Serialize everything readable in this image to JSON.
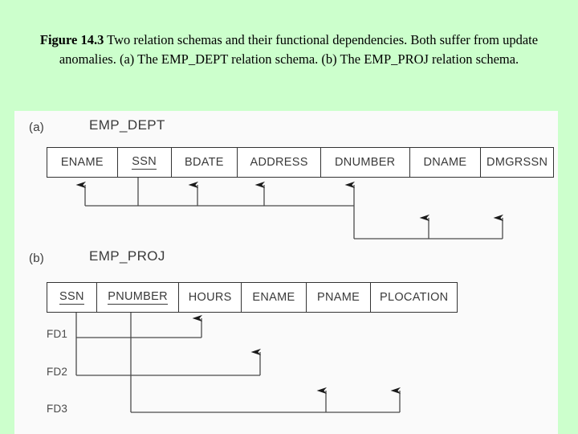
{
  "caption": {
    "figure_label": "Figure 14.3",
    "text": "Two relation schemas and their functional dependencies. Both suffer from update anomalies. (a) The EMP_DEPT relation schema. (b) The EMP_PROJ relation schema."
  },
  "colors": {
    "page_background": "#ccffcc",
    "panel_background": "#fafafa",
    "line": "#333333",
    "text": "#3a3a3a"
  },
  "parts": [
    {
      "tag": "(a)",
      "schema_name": "EMP_DEPT",
      "attributes": [
        {
          "name": "ENAME",
          "primary_key": false
        },
        {
          "name": "SSN",
          "primary_key": true
        },
        {
          "name": "BDATE",
          "primary_key": false
        },
        {
          "name": "ADDRESS",
          "primary_key": false
        },
        {
          "name": "DNUMBER",
          "primary_key": false
        },
        {
          "name": "DNAME",
          "primary_key": false
        },
        {
          "name": "DMGRSSN",
          "primary_key": false
        }
      ],
      "dependencies": [
        {
          "label": "",
          "determinants": [
            "SSN"
          ],
          "dependents": [
            "ENAME",
            "BDATE",
            "ADDRESS",
            "DNUMBER"
          ]
        },
        {
          "label": "",
          "determinants": [
            "DNUMBER"
          ],
          "dependents": [
            "DNAME",
            "DMGRSSN"
          ]
        }
      ]
    },
    {
      "tag": "(b)",
      "schema_name": "EMP_PROJ",
      "attributes": [
        {
          "name": "SSN",
          "primary_key": true
        },
        {
          "name": "PNUMBER",
          "primary_key": true
        },
        {
          "name": "HOURS",
          "primary_key": false
        },
        {
          "name": "ENAME",
          "primary_key": false
        },
        {
          "name": "PNAME",
          "primary_key": false
        },
        {
          "name": "PLOCATION",
          "primary_key": false
        }
      ],
      "dependencies": [
        {
          "label": "FD1",
          "determinants": [
            "SSN",
            "PNUMBER"
          ],
          "dependents": [
            "HOURS"
          ]
        },
        {
          "label": "FD2",
          "determinants": [
            "SSN"
          ],
          "dependents": [
            "ENAME"
          ]
        },
        {
          "label": "FD3",
          "determinants": [
            "PNUMBER"
          ],
          "dependents": [
            "PNAME",
            "PLOCATION"
          ]
        }
      ]
    }
  ]
}
